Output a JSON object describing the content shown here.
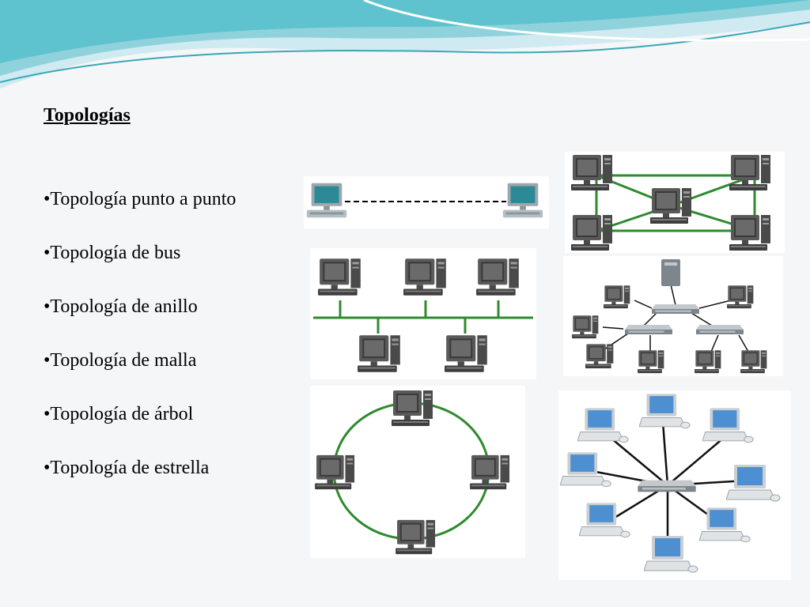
{
  "slide": {
    "title": "Topologías",
    "bullets": [
      "Topología punto a punto",
      "Topología de bus",
      "Topología de anillo",
      "Topología de malla",
      "Topología de árbol",
      "Topología de estrella"
    ]
  },
  "colors": {
    "link_green": "#2e8b2e",
    "link_black": "#111111",
    "wave_teal": "#5fc3cf",
    "wave_light": "#bfe6ec"
  },
  "icons": {
    "computer": "desktop-computer-icon",
    "laptop": "laptop-computer-icon",
    "switch": "network-switch-icon",
    "server": "server-icon"
  }
}
